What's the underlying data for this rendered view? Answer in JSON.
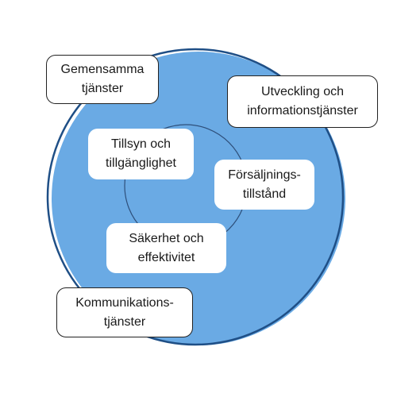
{
  "colors": {
    "disc_fill": "#6aaae4",
    "disc_outline": "#1f4f86",
    "inner_ring": "#2e4f7a",
    "box_fill": "#ffffff",
    "box_border": "#222222",
    "text": "#1a1a1a"
  },
  "outer_boxes": {
    "gemensamma": [
      "Gemensamma",
      "tjänster"
    ],
    "utveckling": [
      "Utveckling och",
      "informationstjänster"
    ],
    "kommunikation": [
      "Kommunikations-",
      "tjänster"
    ]
  },
  "inner_boxes": {
    "tillsyn": [
      "Tillsyn och",
      "tillgänglighet"
    ],
    "forsaljning": [
      "Försäljnings-",
      "tillstånd"
    ],
    "sakerhet": [
      "Säkerhet och",
      "effektivitet"
    ]
  }
}
